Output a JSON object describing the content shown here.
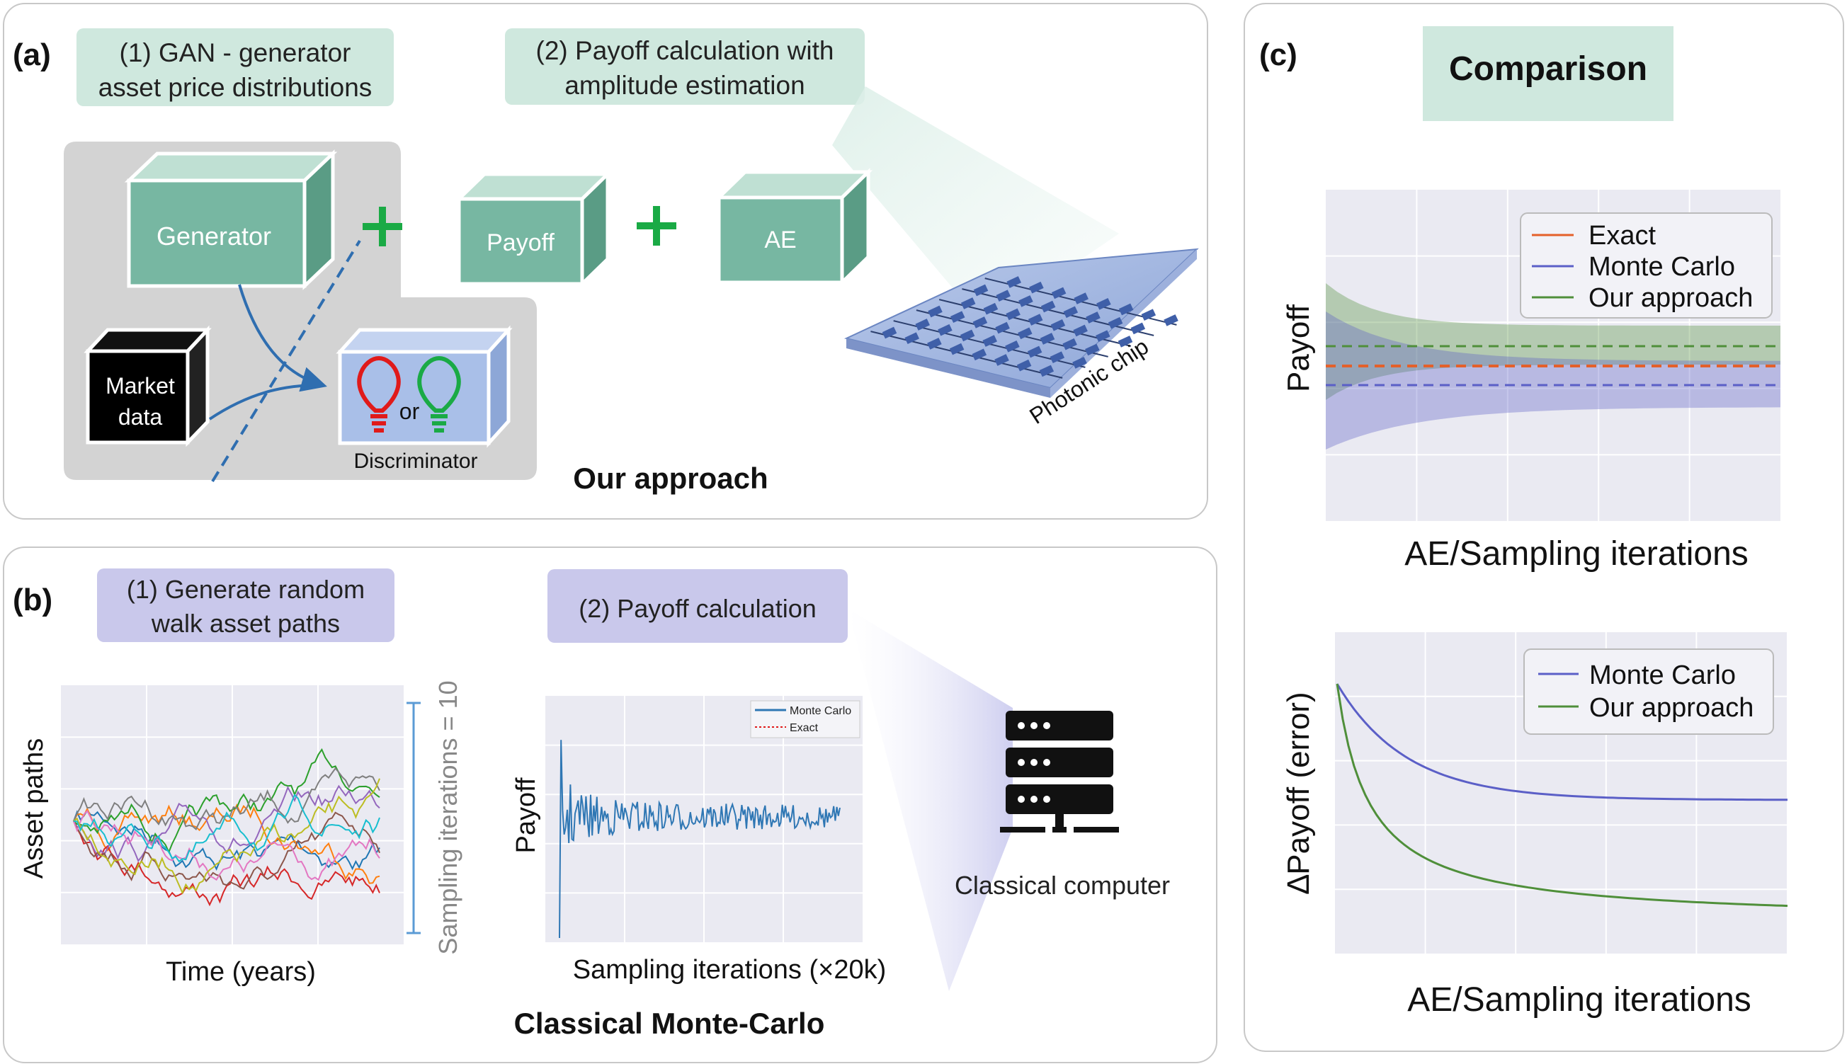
{
  "panel_a": {
    "label": "(a)",
    "step1": [
      "(1) GAN - generator",
      "asset price distributions"
    ],
    "step2": [
      "(2) Payoff calculation with",
      "amplitude estimation"
    ],
    "generator": "Generator",
    "payoff": "Payoff",
    "ae": "AE",
    "market_data": [
      "Market",
      "data"
    ],
    "or": "or",
    "discriminator": "Discriminator",
    "photonic_chip": "Photonic chip",
    "title": "Our approach"
  },
  "panel_b": {
    "label": "(b)",
    "step1": [
      "(1) Generate random",
      "walk asset paths"
    ],
    "step2": "(2) Payoff calculation",
    "asset_ylabel": "Asset paths",
    "asset_xlabel": "Time (years)",
    "bracket_label": "Sampling iterations = 10",
    "payoff_ylabel": "Payoff",
    "payoff_xlabel": "Sampling iterations (×20k)",
    "legend": [
      "Monte Carlo",
      "Exact"
    ],
    "computer": "Classical computer",
    "title": "Classical Monte-Carlo"
  },
  "panel_c": {
    "label": "(c)",
    "title": "Comparison",
    "top_ylabel": "Payoff",
    "top_xlabel": "AE/Sampling iterations",
    "top_legend": [
      "Exact",
      "Monte Carlo",
      "Our approach"
    ],
    "bottom_ylabel": "∆Payoff (error)",
    "bottom_xlabel": "AE/Sampling iterations",
    "bottom_legend": [
      "Monte Carlo",
      "Our approach"
    ]
  },
  "colors": {
    "teal_box": "#cfe8de",
    "purple_box": "#c9c8eb",
    "cube_front": "#77b7a2",
    "exact": "#e4602a",
    "monte_carlo": "#5b5fc7",
    "our_approach": "#4f8f3a",
    "mc_line": "#2f77b4",
    "arrow": "#2f6eb0",
    "plus": "#1aaa45"
  }
}
